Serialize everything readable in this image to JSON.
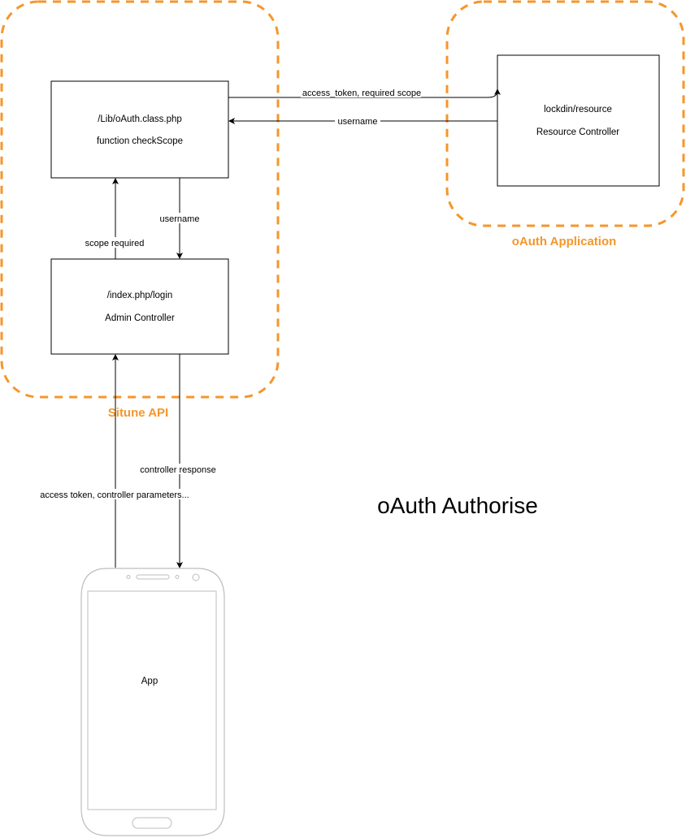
{
  "title": "oAuth Authorise",
  "groups": {
    "api": {
      "label": "Situne API"
    },
    "app": {
      "label": "oAuth Application"
    }
  },
  "nodes": {
    "oauth_class": {
      "line1": "/Lib/oAuth.class.php",
      "line2": "function checkScope"
    },
    "admin_controller": {
      "line1": "/index.php/login",
      "line2": "Admin Controller"
    },
    "resource_controller": {
      "line1": "lockdin/resource",
      "line2": "Resource Controller"
    },
    "phone": {
      "label": "App"
    }
  },
  "edges": {
    "access_token_scope": "access_token, required scope",
    "username_back": "username",
    "username_down": "username",
    "scope_required": "scope required",
    "controller_response": "controller response",
    "access_token_params": "access token, controller parameters..."
  },
  "colors": {
    "group_stroke": "#f5962b",
    "group_label": "#f5962b",
    "stroke": "#000000"
  }
}
